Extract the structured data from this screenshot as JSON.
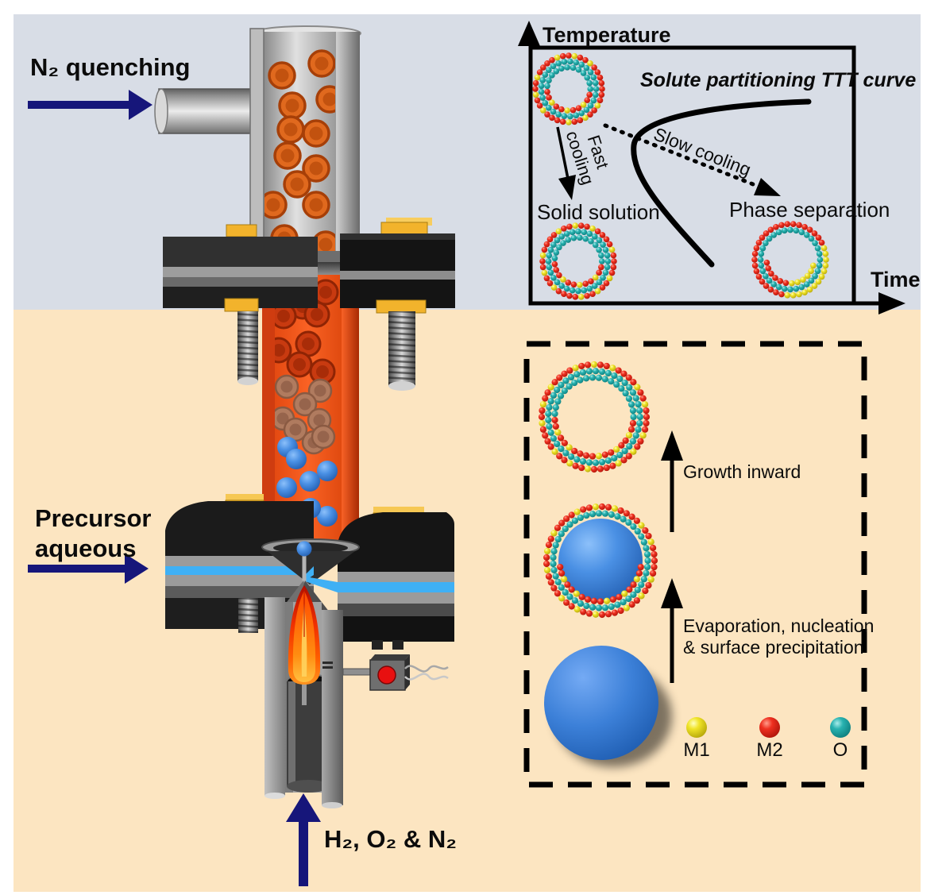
{
  "colors": {
    "background_top": "#d8dde6",
    "background_bottom": "#fce5c1",
    "arrow_navy": "#16167a",
    "bead_red": "#e02020",
    "bead_yellow": "#e6df1e",
    "bead_teal": "#1fadad",
    "droplet_blue": "#4a90e0",
    "reactor_orange": "#f5521f",
    "flame_orange": "#ff5a00"
  },
  "reactor": {
    "n2_label": "N₂ quenching",
    "precursor_label_line1": "Precursor",
    "precursor_label_line2": "aqueous",
    "gas_label": "H₂, O₂ & N₂"
  },
  "ttt_diagram": {
    "y_axis_label": "Temperature",
    "x_axis_label": "Time",
    "curve_label": "Solute partitioning TTT curve",
    "fast_arrow_line1": "Fast",
    "fast_arrow_line2": "cooling",
    "slow_arrow_label": "Slow cooling",
    "fast_result_label": "Solid solution",
    "slow_result_label": "Phase separation"
  },
  "process_box": {
    "step1_line1": "Evaporation, nucleation",
    "step1_line2": "& surface precipitation",
    "step2_label": "Growth inward",
    "legend": [
      {
        "symbol": "M1",
        "color": "#e6df1e"
      },
      {
        "symbol": "M2",
        "color": "#e02020"
      },
      {
        "symbol": "O",
        "color": "#1fadad"
      }
    ]
  }
}
